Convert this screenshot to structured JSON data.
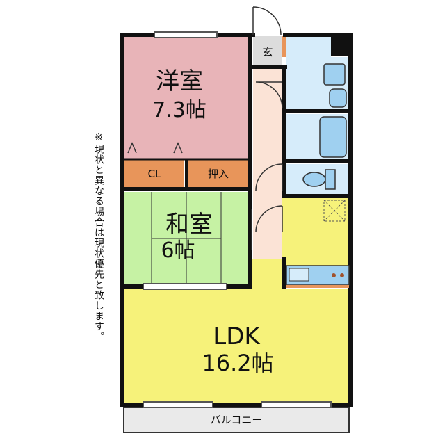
{
  "note": "※現状と異なる場合は現状優先と致します。",
  "rooms": {
    "western": {
      "name": "洋室",
      "size": "7.3帖"
    },
    "japanese": {
      "name": "和室",
      "size": "6帖"
    },
    "ldk": {
      "name": "LDK",
      "size": "16.2帖"
    }
  },
  "labels": {
    "closet": "CL",
    "oshiire": "押入",
    "entrance": "玄",
    "balcony": "バルコニー"
  },
  "colors": {
    "western": "#e8b4b8",
    "japanese": "#c6f2a4",
    "ldk": "#f6f27a",
    "storage": "#e8955a",
    "wet": "#d6ecfa",
    "hall": "#fbe3d6",
    "entrance": "#dcdcdc",
    "balcony": "#eaeaea"
  }
}
